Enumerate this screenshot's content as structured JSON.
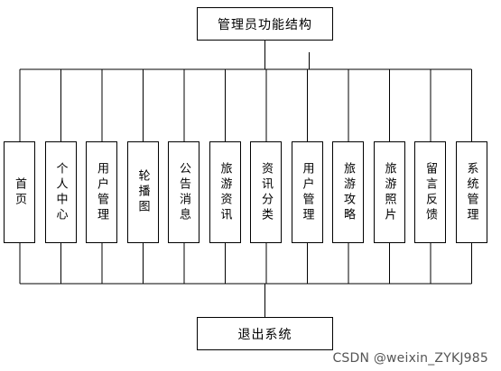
{
  "root": {
    "label": "管理员功能结构"
  },
  "modules": [
    {
      "label": "首页"
    },
    {
      "label": "个人中心"
    },
    {
      "label": "用户管理"
    },
    {
      "label": "轮播图"
    },
    {
      "label": "公告消息"
    },
    {
      "label": "旅游资讯"
    },
    {
      "label": "资讯分类"
    },
    {
      "label": "用户管理"
    },
    {
      "label": "旅游攻略"
    },
    {
      "label": "旅游照片"
    },
    {
      "label": "留言反馈"
    },
    {
      "label": "系统管理"
    }
  ],
  "exit": {
    "label": "退出系统"
  },
  "watermark": "CSDN @weixin_ZYKJ985"
}
